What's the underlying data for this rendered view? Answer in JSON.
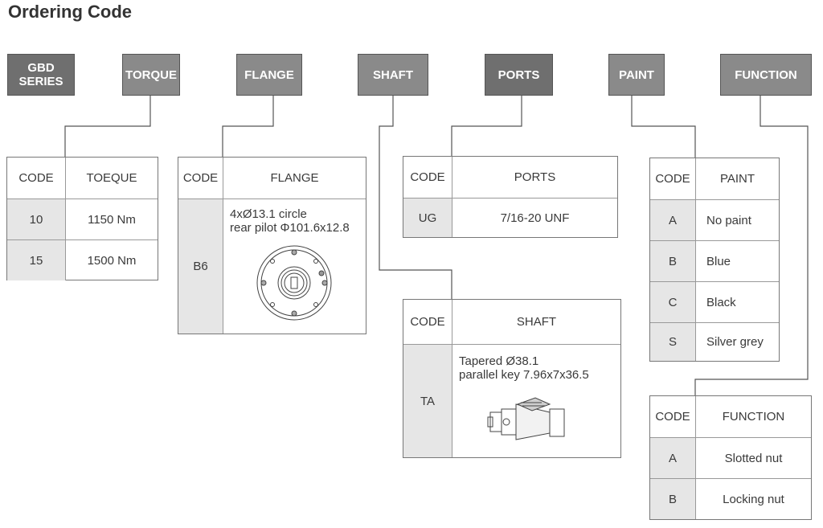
{
  "title": "Ordering Code",
  "headers": {
    "series": "GBD SERIES",
    "torque": "TORQUE",
    "flange": "FLANGE",
    "shaft": "SHAFT",
    "ports": "PORTS",
    "paint": "PAINT",
    "function": "FUNCTION"
  },
  "code_label": "CODE",
  "torque_table": {
    "heading": "TOEQUE",
    "rows": [
      {
        "code": "10",
        "value": "1150 Nm"
      },
      {
        "code": "15",
        "value": "1500 Nm"
      }
    ]
  },
  "flange_table": {
    "heading": "FLANGE",
    "code": "B6",
    "line1": "4xØ13.1 circle",
    "line2": "rear pilot Φ101.6x12.8"
  },
  "ports_table": {
    "heading": "PORTS",
    "code": "UG",
    "value": "7/16-20 UNF"
  },
  "shaft_table": {
    "heading": "SHAFT",
    "code": "TA",
    "line1": "Tapered Ø38.1",
    "line2": "parallel key 7.96x7x36.5"
  },
  "paint_table": {
    "heading": "PAINT",
    "rows": [
      {
        "code": "A",
        "value": "No paint"
      },
      {
        "code": "B",
        "value": "Blue"
      },
      {
        "code": "C",
        "value": "Black"
      },
      {
        "code": "S",
        "value": "Silver grey"
      }
    ]
  },
  "function_table": {
    "heading": "FUNCTION",
    "rows": [
      {
        "code": "A",
        "value": "Slotted nut"
      },
      {
        "code": "B",
        "value": "Locking nut"
      }
    ]
  }
}
